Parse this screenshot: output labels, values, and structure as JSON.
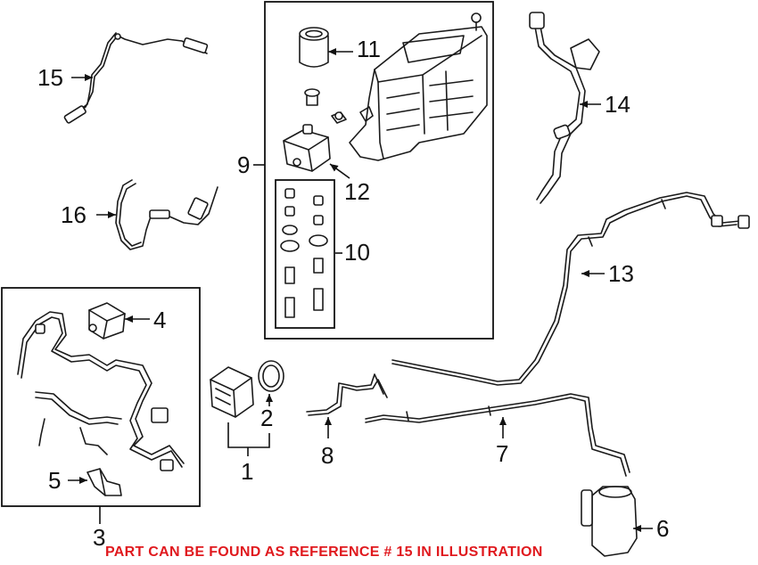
{
  "callouts": {
    "c1": "1",
    "c2": "2",
    "c3": "3",
    "c4": "4",
    "c5": "5",
    "c6": "6",
    "c7": "7",
    "c8": "8",
    "c9": "9",
    "c10": "10",
    "c11": "11",
    "c12": "12",
    "c13": "13",
    "c14": "14",
    "c15": "15",
    "c16": "16"
  },
  "banner": {
    "text": "PART CAN BE FOUND AS REFERENCE # 15 IN ILLUSTRATION",
    "color": "#e0191e"
  }
}
